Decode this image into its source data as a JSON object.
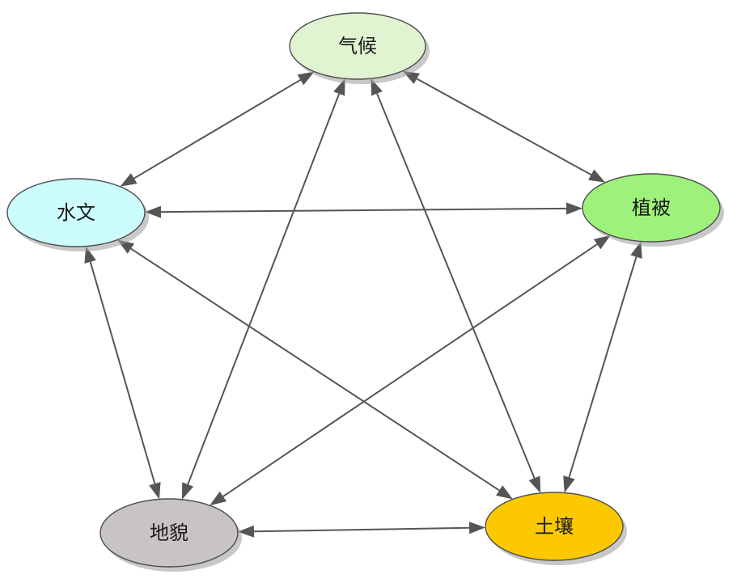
{
  "nodes": [
    {
      "id": "climate",
      "label": "气候",
      "color": "#e0f4d2"
    },
    {
      "id": "hydrology",
      "label": "水文",
      "color": "#ccfcfc"
    },
    {
      "id": "vegetation",
      "label": "植被",
      "color": "#9ef27c"
    },
    {
      "id": "landform",
      "label": "地貌",
      "color": "#c9c4c4"
    },
    {
      "id": "soil",
      "label": "土壤",
      "color": "#fcc800"
    }
  ],
  "edges": [
    {
      "from": "climate",
      "to": "hydrology",
      "direction": "both"
    },
    {
      "from": "climate",
      "to": "vegetation",
      "direction": "both"
    },
    {
      "from": "climate",
      "to": "landform",
      "direction": "both"
    },
    {
      "from": "climate",
      "to": "soil",
      "direction": "both"
    },
    {
      "from": "hydrology",
      "to": "vegetation",
      "direction": "both"
    },
    {
      "from": "hydrology",
      "to": "landform",
      "direction": "both"
    },
    {
      "from": "hydrology",
      "to": "soil",
      "direction": "both"
    },
    {
      "from": "vegetation",
      "to": "landform",
      "direction": "both"
    },
    {
      "from": "vegetation",
      "to": "soil",
      "direction": "both"
    },
    {
      "from": "landform",
      "to": "soil",
      "direction": "both"
    }
  ],
  "edge_color": "#555555"
}
